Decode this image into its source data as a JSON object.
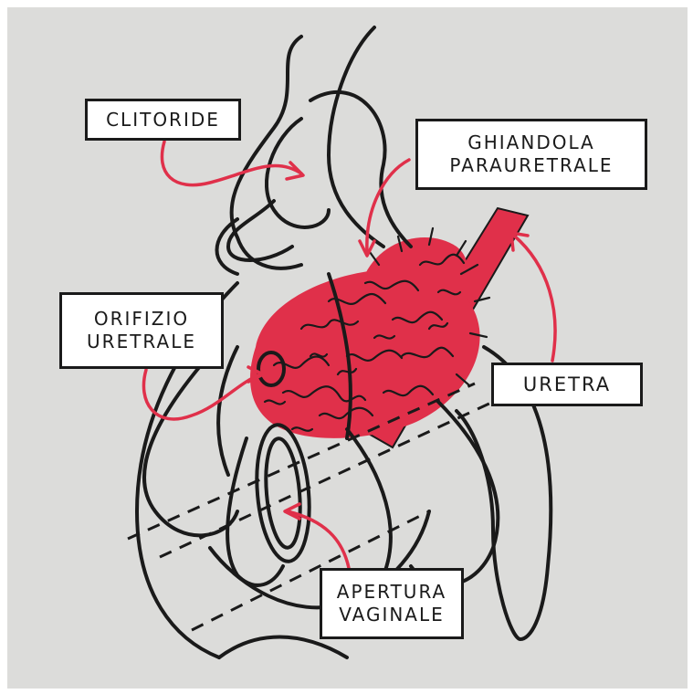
{
  "labels": {
    "clitoride": [
      "CLITORIDE"
    ],
    "ghiandola": [
      "GHIANDOLA",
      "PARAURETRALE"
    ],
    "orifizio": [
      "ORIFIZIO",
      "URETRALE"
    ],
    "uretra": [
      "URETRA"
    ],
    "apertura": [
      "APERTURA",
      "VAGINALE"
    ]
  },
  "colors": {
    "ink": "#1a1a1a",
    "accent": "#e0304a",
    "paper": "#dcdcda",
    "label_fill": "#ffffff"
  }
}
